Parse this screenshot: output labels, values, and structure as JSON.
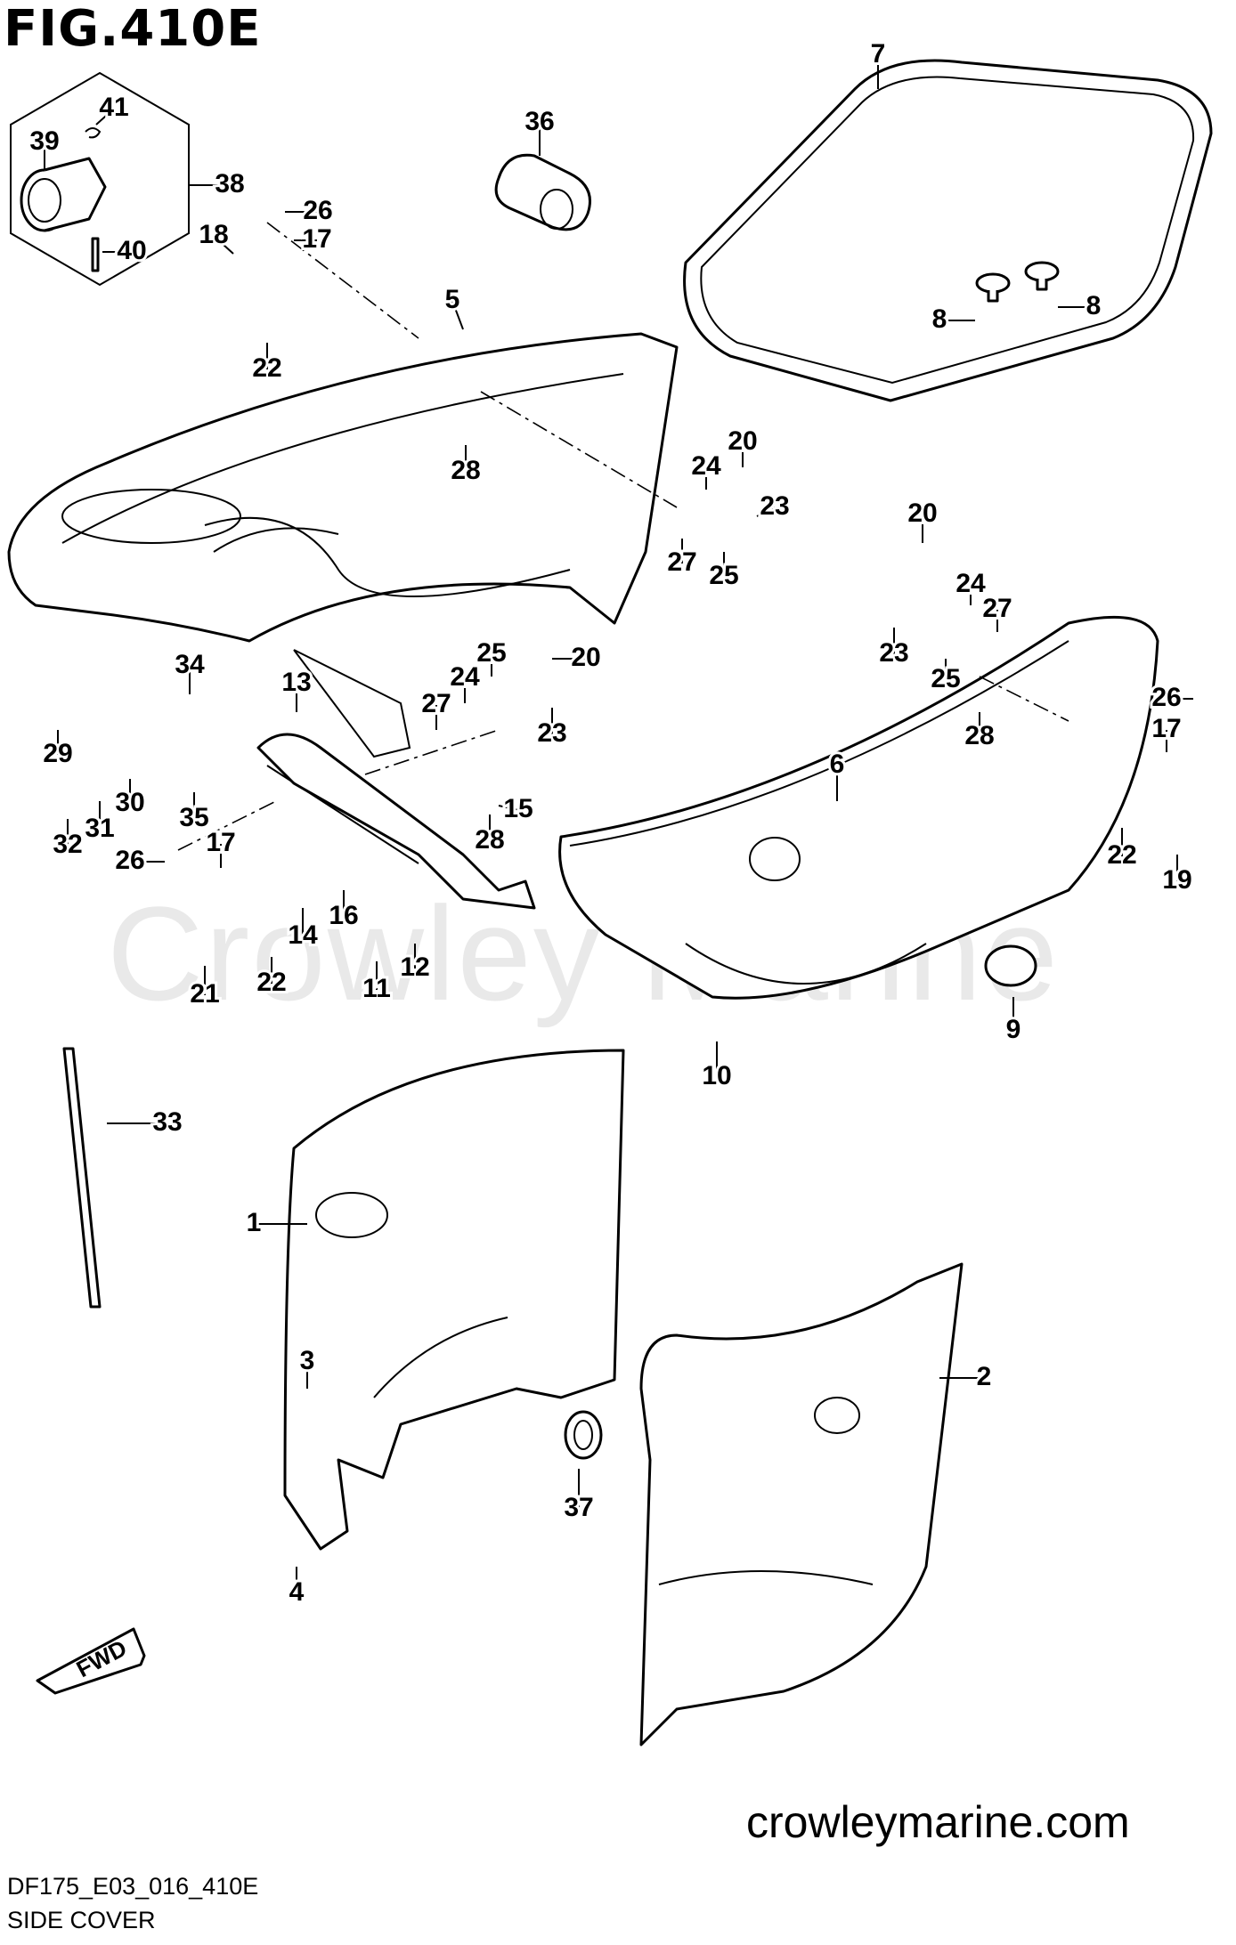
{
  "figure_title": "FIG.410E",
  "watermark": "Crowley Marine",
  "website": "crowleymarine.com",
  "diagram_code": "DF175_E03_016_410E",
  "caption": "SIDE COVER",
  "fwd_label": "FWD",
  "callouts": [
    {
      "id": "c1",
      "label": "1"
    },
    {
      "id": "c2",
      "label": "2"
    },
    {
      "id": "c3",
      "label": "3"
    },
    {
      "id": "c4",
      "label": "4"
    },
    {
      "id": "c5",
      "label": "5"
    },
    {
      "id": "c6",
      "label": "6"
    },
    {
      "id": "c7",
      "label": "7"
    },
    {
      "id": "c8a",
      "label": "8"
    },
    {
      "id": "c8b",
      "label": "8"
    },
    {
      "id": "c9",
      "label": "9"
    },
    {
      "id": "c10",
      "label": "10"
    },
    {
      "id": "c11",
      "label": "11"
    },
    {
      "id": "c12",
      "label": "12"
    },
    {
      "id": "c13",
      "label": "13"
    },
    {
      "id": "c14",
      "label": "14"
    },
    {
      "id": "c15",
      "label": "15"
    },
    {
      "id": "c16",
      "label": "16"
    },
    {
      "id": "c17a",
      "label": "17"
    },
    {
      "id": "c17b",
      "label": "17"
    },
    {
      "id": "c17c",
      "label": "17"
    },
    {
      "id": "c18",
      "label": "18"
    },
    {
      "id": "c19",
      "label": "19"
    },
    {
      "id": "c20a",
      "label": "20"
    },
    {
      "id": "c20b",
      "label": "20"
    },
    {
      "id": "c20c",
      "label": "20"
    },
    {
      "id": "c21",
      "label": "21"
    },
    {
      "id": "c22a",
      "label": "22"
    },
    {
      "id": "c22b",
      "label": "22"
    },
    {
      "id": "c22c",
      "label": "22"
    },
    {
      "id": "c23a",
      "label": "23"
    },
    {
      "id": "c23b",
      "label": "23"
    },
    {
      "id": "c23c",
      "label": "23"
    },
    {
      "id": "c24a",
      "label": "24"
    },
    {
      "id": "c24b",
      "label": "24"
    },
    {
      "id": "c24c",
      "label": "24"
    },
    {
      "id": "c25a",
      "label": "25"
    },
    {
      "id": "c25b",
      "label": "25"
    },
    {
      "id": "c25c",
      "label": "25"
    },
    {
      "id": "c26a",
      "label": "26"
    },
    {
      "id": "c26b",
      "label": "26"
    },
    {
      "id": "c26c",
      "label": "26"
    },
    {
      "id": "c27a",
      "label": "27"
    },
    {
      "id": "c27b",
      "label": "27"
    },
    {
      "id": "c27c",
      "label": "27"
    },
    {
      "id": "c28a",
      "label": "28"
    },
    {
      "id": "c28b",
      "label": "28"
    },
    {
      "id": "c28c",
      "label": "28"
    },
    {
      "id": "c29",
      "label": "29"
    },
    {
      "id": "c30",
      "label": "30"
    },
    {
      "id": "c31",
      "label": "31"
    },
    {
      "id": "c32",
      "label": "32"
    },
    {
      "id": "c33",
      "label": "33"
    },
    {
      "id": "c34",
      "label": "34"
    },
    {
      "id": "c35",
      "label": "35"
    },
    {
      "id": "c36",
      "label": "36"
    },
    {
      "id": "c37",
      "label": "37"
    },
    {
      "id": "c38",
      "label": "38"
    },
    {
      "id": "c39",
      "label": "39"
    },
    {
      "id": "c40",
      "label": "40"
    },
    {
      "id": "c41",
      "label": "41"
    }
  ]
}
